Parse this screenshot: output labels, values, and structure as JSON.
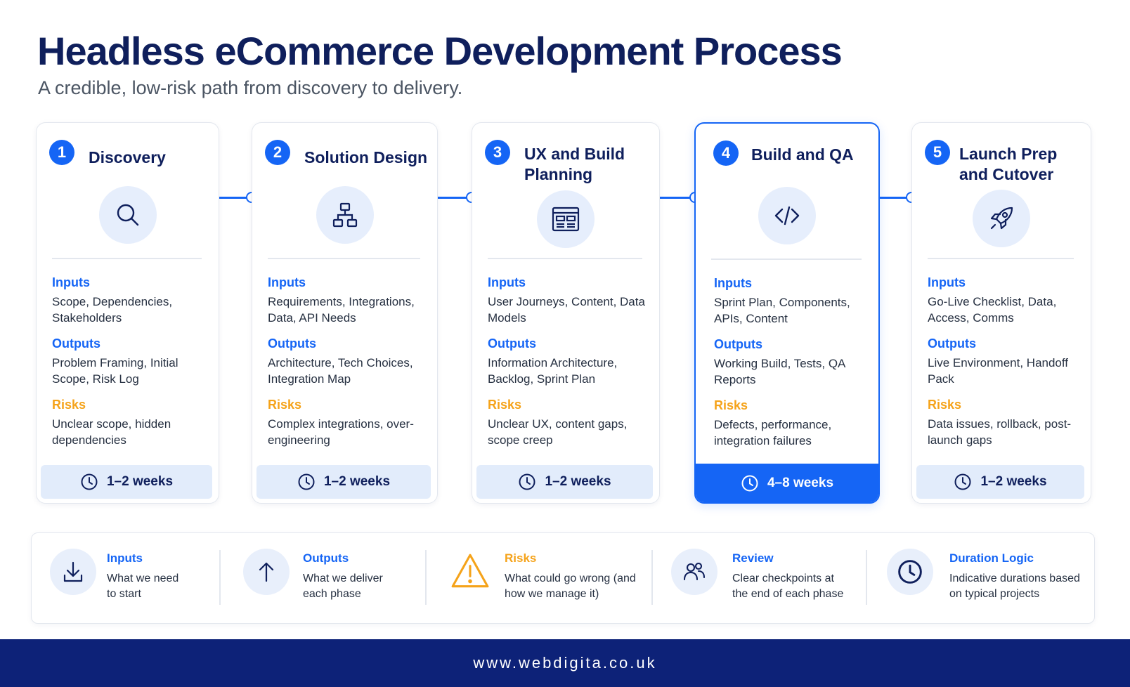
{
  "header": {
    "title": "Headless eCommerce Development Process",
    "subtitle": "A credible, low-risk path from discovery to delivery."
  },
  "colors": {
    "navy": "#0f1f5c",
    "accent_blue": "#1565f5",
    "risk_orange": "#f5a31a",
    "footer_bg": "#0d2278"
  },
  "phases": [
    {
      "number": "1",
      "title": "Discovery",
      "icon": "search-icon",
      "inputs_label": "Inputs",
      "inputs": "Scope, Dependencies, Stakeholders",
      "outputs_label": "Outputs",
      "outputs": "Problem Framing, Initial Scope, Risk Log",
      "risks_label": "Risks",
      "risks": "Unclear scope, hidden dependencies",
      "duration": "1–2 weeks",
      "active": false
    },
    {
      "number": "2",
      "title": "Solution Design",
      "icon": "sitemap-icon",
      "inputs_label": "Inputs",
      "inputs": "Requirements, Integrations, Data, API Needs",
      "outputs_label": "Outputs",
      "outputs": "Architecture, Tech Choices, Integration Map",
      "risks_label": "Risks",
      "risks": "Complex integrations, over-engineering",
      "duration": "1–2 weeks",
      "active": false
    },
    {
      "number": "3",
      "title": "UX and Build Planning",
      "icon": "wireframe-icon",
      "inputs_label": "Inputs",
      "inputs": "User Journeys, Content, Data Models",
      "outputs_label": "Outputs",
      "outputs": "Information Architecture, Backlog, Sprint Plan",
      "risks_label": "Risks",
      "risks": "Unclear UX, content gaps, scope creep",
      "duration": "1–2 weeks",
      "active": false
    },
    {
      "number": "4",
      "title": "Build and QA",
      "icon": "code-icon",
      "inputs_label": "Inputs",
      "inputs": "Sprint Plan, Components, APIs, Content",
      "outputs_label": "Outputs",
      "outputs": "Working Build, Tests, QA Reports",
      "risks_label": "Risks",
      "risks": "Defects, performance, integration failures",
      "duration": "4–8 weeks",
      "active": true
    },
    {
      "number": "5",
      "title": "Launch Prep and Cutover",
      "icon": "rocket-icon",
      "inputs_label": "Inputs",
      "inputs": "Go-Live Checklist, Data, Access, Comms",
      "outputs_label": "Outputs",
      "outputs": "Live Environment, Handoff Pack",
      "risks_label": "Risks",
      "risks": "Data issues, rollback, post-launch gaps",
      "duration": "1–2 weeks",
      "active": false
    }
  ],
  "legend": [
    {
      "title": "Inputs",
      "desc": "What we need to start",
      "icon": "download-icon"
    },
    {
      "title": "Outputs",
      "desc": "What we deliver each phase",
      "icon": "arrow-up-icon"
    },
    {
      "title": "Risks",
      "desc": "What could go wrong (and how we manage it)",
      "icon": "warning-icon"
    },
    {
      "title": "Review",
      "desc": "Clear checkpoints at the end of each phase",
      "icon": "people-icon"
    },
    {
      "title": "Duration Logic",
      "desc": "Indicative durations based on typical projects",
      "icon": "clock-icon"
    }
  ],
  "footer": {
    "url": "www.webdigita.co.uk"
  }
}
